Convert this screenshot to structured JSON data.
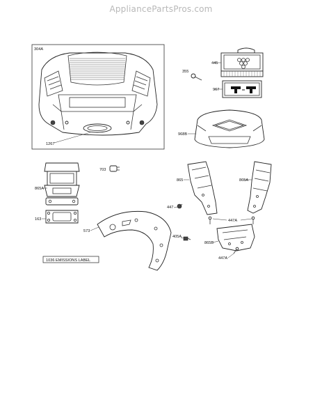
{
  "watermark": "AppliancePartsPros.com",
  "labels": {
    "p304a": "304A",
    "p1267": "1267",
    "p355": "355",
    "p445": "445",
    "p967": "967",
    "p968b": "968B",
    "p703": "703",
    "p865a_left": "865A",
    "p163": "163",
    "p865": "865",
    "p865a_right": "865A",
    "p447": "447",
    "p447a_top": "447A",
    "p573": "573",
    "p405a": "405A",
    "p865b": "865B",
    "p447a_bottom": "447A"
  },
  "emissions_label": "1036 EMISSIONS LABEL"
}
